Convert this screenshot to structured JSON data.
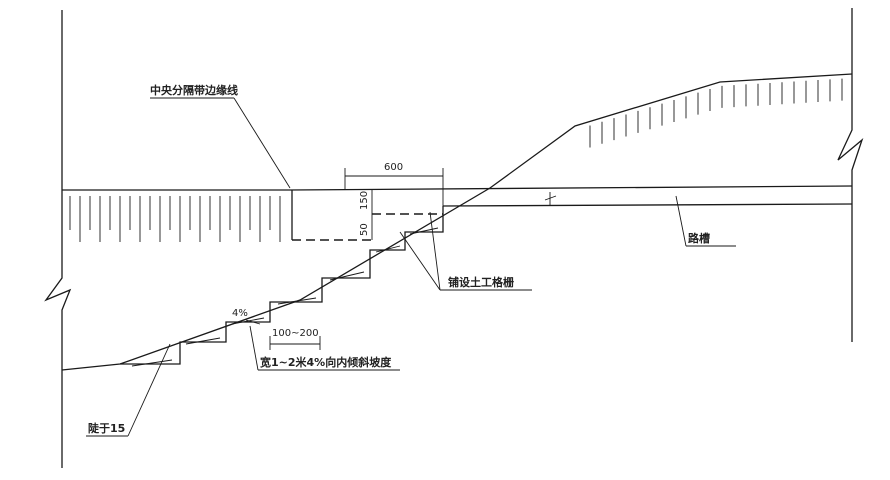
{
  "labels": {
    "centerline": "中央分隔带边缘线",
    "dim_width": "600",
    "dim_150": "150",
    "dim_50": "50",
    "geogrid": "铺设土工格栅",
    "embankment": "路槽",
    "slope_pct": "4%",
    "step_width": "100~200",
    "step_note": "宽1~2米4%向内倾斜坡度",
    "ratio": "陡于15"
  }
}
